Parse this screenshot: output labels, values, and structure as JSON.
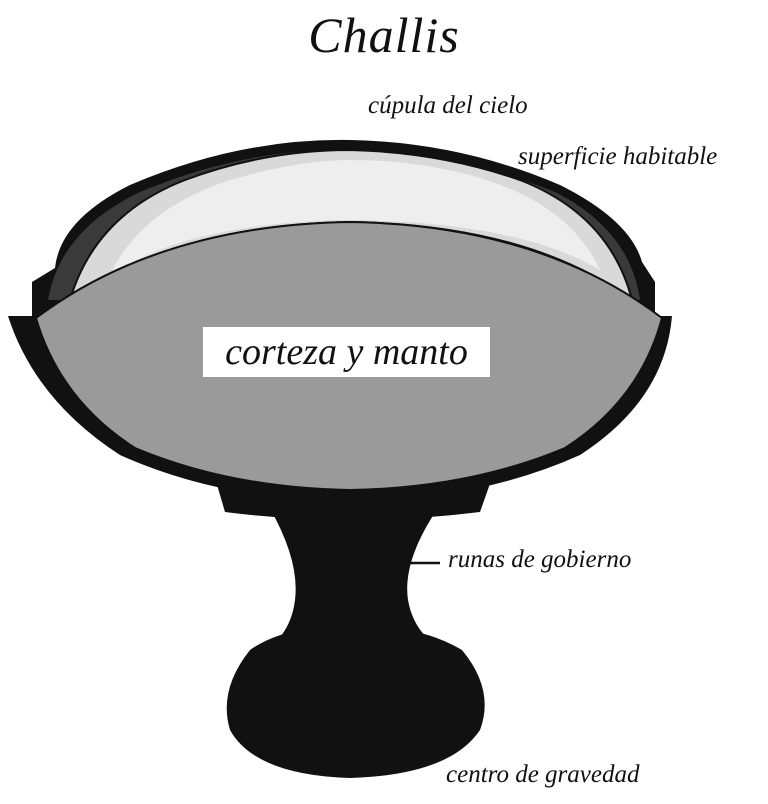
{
  "title": "Challis",
  "labels": {
    "dome": "cúpula del cielo",
    "surface": "superficie habitable",
    "crust": "corteza y manto",
    "runes": "runas de gobierno",
    "gravity": "centro de gravedad"
  },
  "colors": {
    "ink": "#111111",
    "crust_fill": "#9a9a9a",
    "dome_fill": "#d9d9d9",
    "background": "#ffffff"
  }
}
